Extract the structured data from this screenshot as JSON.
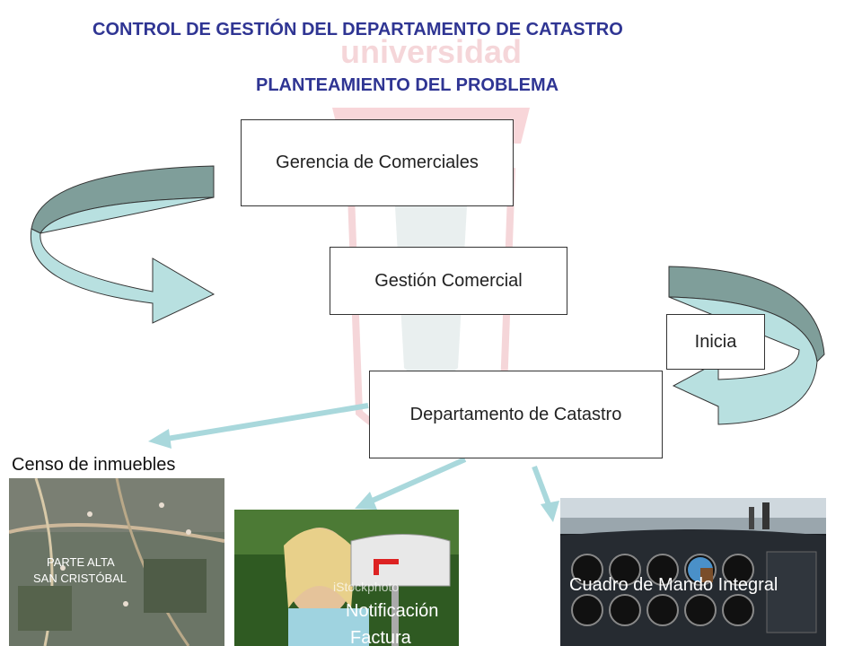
{
  "header": {
    "title": "CONTROL DE GESTIÓN DEL DEPARTAMENTO DE CATASTRO",
    "subtitle": "PLANTEAMIENTO DEL PROBLEMA"
  },
  "watermark": {
    "text": "universidad"
  },
  "nodes": {
    "gerencia": "Gerencia de Comerciales",
    "gestion": "Gestión Comercial",
    "inicia": "Inicia",
    "catastro": "Departamento de Catastro"
  },
  "outputs": {
    "censo": "Censo de inmuebles",
    "map_label_1": "PARTE ALTA",
    "map_label_2": "SAN CRISTÓBAL",
    "photo_watermark": "iStockphoto",
    "notificacion_1": "Notificación",
    "notificacion_2": "Factura",
    "cuadro": "Cuadro de Mando Integral"
  },
  "colors": {
    "title": "#2f3593",
    "arrow_fill": "#b8e0e0",
    "arrow_shadow": "#7f9e9a",
    "connector": "#a9d8dc"
  }
}
